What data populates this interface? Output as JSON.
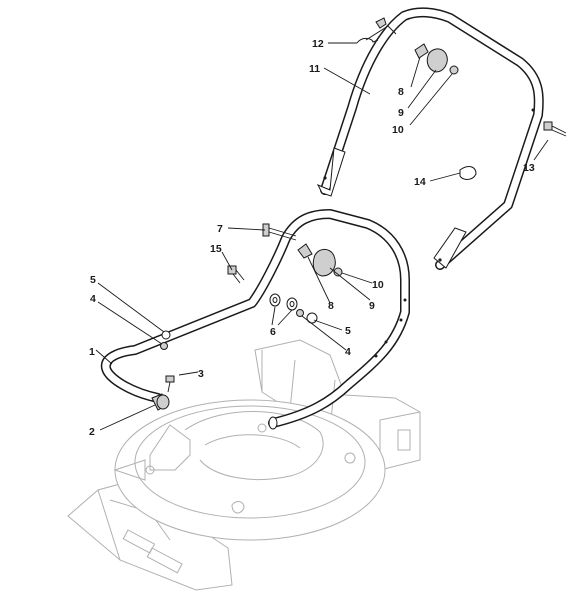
{
  "part_labels": [
    {
      "id": "label-12-top",
      "text": "12"
    },
    {
      "id": "label-11-top",
      "text": "11"
    },
    {
      "id": "label-8-top",
      "text": "8"
    },
    {
      "id": "label-9-top",
      "text": "9"
    },
    {
      "id": "label-10-top",
      "text": "10"
    },
    {
      "id": "label-13",
      "text": "13"
    },
    {
      "id": "label-14",
      "text": "14"
    },
    {
      "id": "label-7",
      "text": "7"
    },
    {
      "id": "label-15",
      "text": "15"
    },
    {
      "id": "label-5-left",
      "text": "5"
    },
    {
      "id": "label-4-left",
      "text": "4"
    },
    {
      "id": "label-1",
      "text": "1"
    },
    {
      "id": "label-3",
      "text": "3"
    },
    {
      "id": "label-2",
      "text": "2"
    },
    {
      "id": "label-6",
      "text": "6"
    },
    {
      "id": "label-8-mid",
      "text": "8"
    },
    {
      "id": "label-9-mid",
      "text": "9"
    },
    {
      "id": "label-10-mid",
      "text": "10"
    },
    {
      "id": "label-5-right",
      "text": "5"
    },
    {
      "id": "label-4-right",
      "text": "4"
    }
  ]
}
